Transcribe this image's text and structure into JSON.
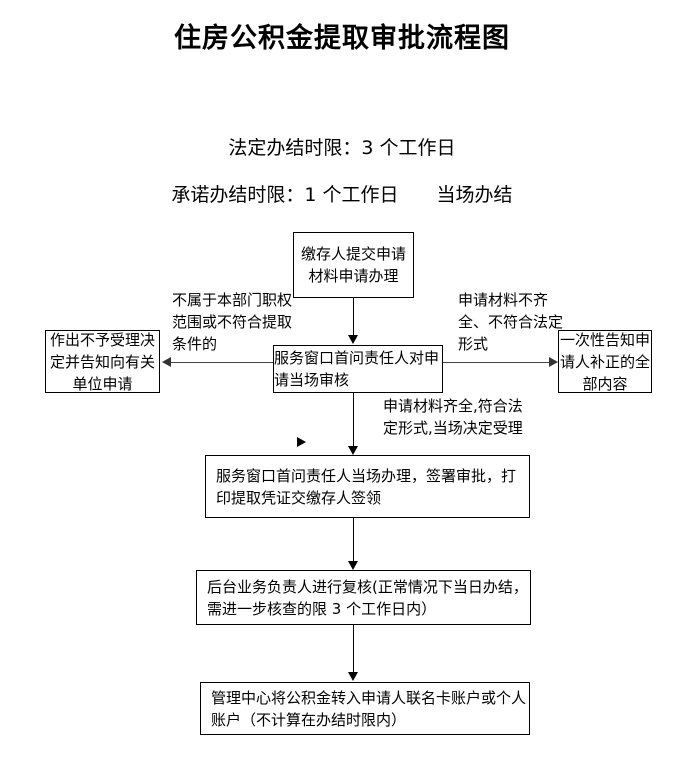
{
  "document": {
    "title": "住房公积金提取审批流程图",
    "subtitle_legal": "法定办结时限：3 个工作日",
    "subtitle_promise": "承诺办结时限：1 个工作日　　当场办结"
  },
  "flow": {
    "nodes": {
      "submit": "缴存人提交申请材料申请办理",
      "review": "服务窗口首问责任人对申请当场审核",
      "reject": "作出不予受理决定并告知向有关单位申请",
      "notify": "一次性告知申请人补正的全部内容",
      "handle": "服务窗口首问责任人当场办理，签署审批，打印提取凭证交缴存人签领",
      "recheck": "后台业务负责人进行复核(正常情况下当日办结，需进一步核查的限 3 个工作日内）",
      "transfer": "管理中心将公积金转入申请人联名卡账户或个人账户（不计算在办结时限内）"
    },
    "edge_labels": {
      "to_reject": "不属于本部门职权范围或不符合提取条件的",
      "to_notify": "申请材料不齐全、不符合法定形式",
      "to_handle": "申请材料齐全,符合法定形式,当场决定受理"
    }
  },
  "colors": {
    "background": "#ffffff",
    "ink": "#000000",
    "connector": "#333333"
  }
}
